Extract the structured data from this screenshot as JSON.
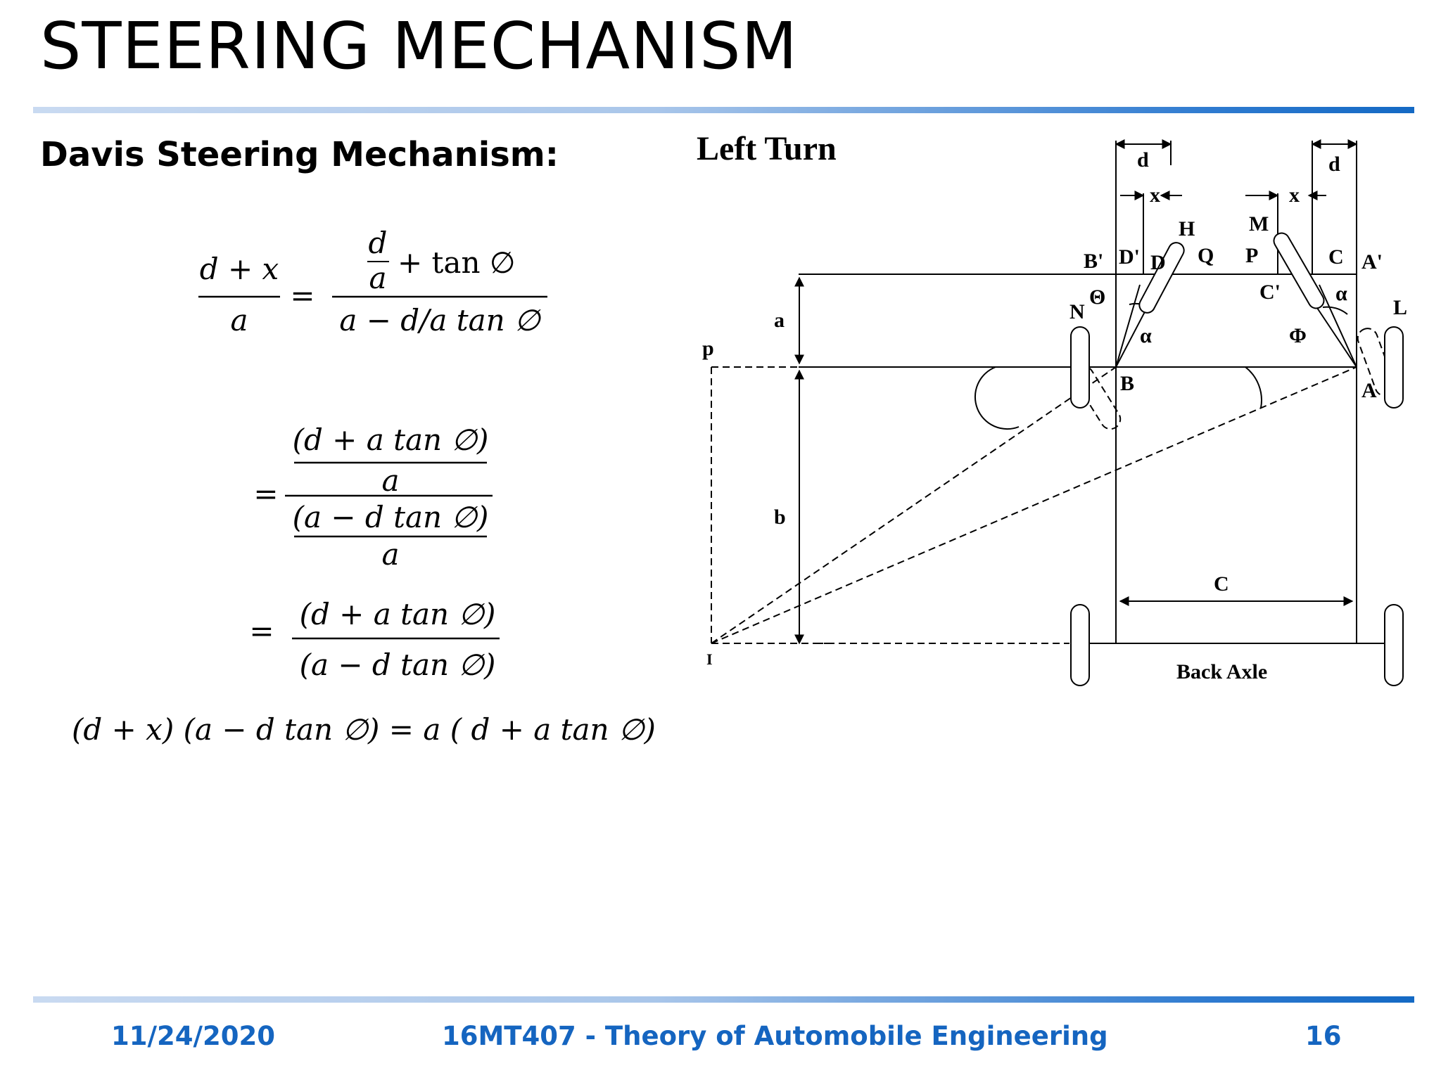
{
  "slide": {
    "title": "STEERING MECHANISM",
    "subtitle": "Davis Steering Mechanism:"
  },
  "equations": {
    "eq1_lhs_num": "d + x",
    "eq1_lhs_den": "a",
    "eq1_equals": "=",
    "eq1_rhs_num_frac_num": "d",
    "eq1_rhs_num_frac_den": "a",
    "eq1_rhs_num_rest": "+  tan ∅",
    "eq1_rhs_den": "a  − d/a  tan ∅",
    "eq2_equals": "=",
    "eq2_top_num": "(d + a tan ∅)",
    "eq2_top_den": "a",
    "eq2_bot_num": "(a − d  tan ∅)",
    "eq2_bot_den": "a",
    "eq3_equals": "=",
    "eq3_num": "(d + a tan ∅)",
    "eq3_den": "(a  − d  tan ∅)",
    "eq4": "(d + x) (a  − d  tan ∅) = a ( d + a  tan ∅)"
  },
  "diagram": {
    "heading": "Left Turn",
    "labels": {
      "d_left": "d",
      "d_right": "d",
      "x_left": "x",
      "x_right": "x",
      "H": "H",
      "M": "M",
      "B_prime": "B'",
      "D_prime": "D'",
      "D": "D",
      "Q": "Q",
      "P": "P",
      "C_upper": "C",
      "A_prime": "A'",
      "C_prime": "C'",
      "theta": "Θ",
      "alpha_left": "α",
      "alpha_right": "α",
      "phi": "Φ",
      "N": "N",
      "L": "L",
      "a": "a",
      "b": "b",
      "p": "p",
      "B": "B",
      "A": "A",
      "C_track": "C",
      "I": "I",
      "back_axle": "Back Axle"
    }
  },
  "footer": {
    "date": "11/24/2020",
    "course": "16MT407 - Theory of Automobile Engineering",
    "page": "16"
  }
}
